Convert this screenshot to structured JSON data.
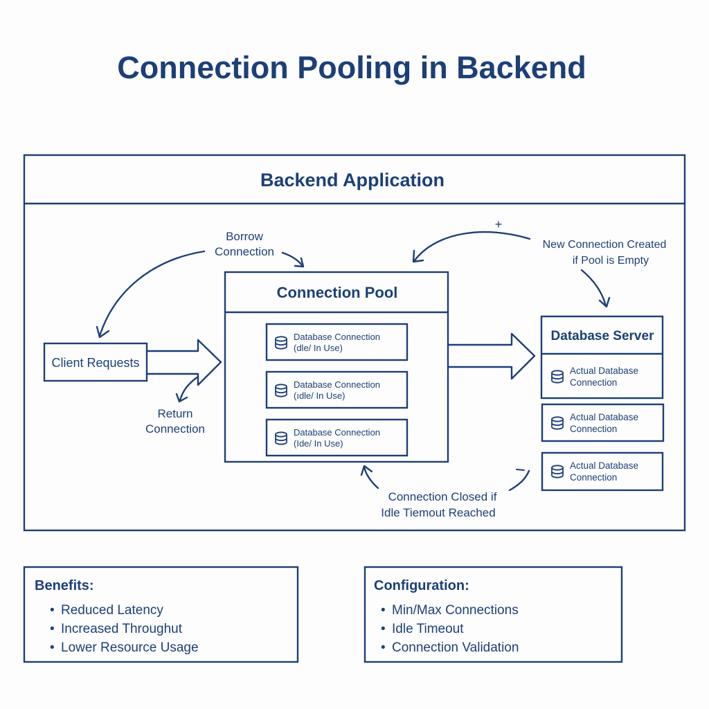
{
  "title": "Connection Pooling in Backend",
  "colors": {
    "primary": "#1c3f77",
    "background": "#fdfdfd"
  },
  "backend_app": {
    "label": "Backend Application"
  },
  "client": {
    "label": "Client Requests"
  },
  "annotations": {
    "borrow": [
      "Borrow",
      "Connection"
    ],
    "return": [
      "Return",
      "Connection"
    ],
    "new_connection": [
      "New Connection Created",
      "if Pool is Empty"
    ],
    "new_connection_symbol": "+",
    "closed": [
      "Connection Closed if",
      "Idle Tiemout Reached"
    ],
    "closed_symbol": "–"
  },
  "pool": {
    "label": "Connection Pool",
    "items": [
      {
        "icon": "database-icon",
        "line1": "Database Connection",
        "line2": "(dle/ In Use)"
      },
      {
        "icon": "database-icon",
        "line1": "Database Connection",
        "line2": "(ıdle/ In Use)"
      },
      {
        "icon": "database-icon",
        "line1": "Database Connection",
        "line2": "(Ide/ In Use)"
      }
    ]
  },
  "db_server": {
    "label": "Database Server",
    "items": [
      {
        "icon": "database-icon",
        "line1": "Actual Database",
        "line2": "Connection"
      },
      {
        "icon": "database-icon",
        "line1": "Actual Database",
        "line2": "Connection"
      },
      {
        "icon": "database-icon",
        "line1": "Actual Database",
        "line2": "Connection"
      }
    ]
  },
  "benefits": {
    "heading": "Benefits:",
    "items": [
      "Reduced Latency",
      "Increased Throughut",
      "Lower Resource Usage"
    ]
  },
  "configuration": {
    "heading": "Configuration:",
    "items": [
      "Min/Max Connections",
      "Idle Timeout",
      "Connection Validation"
    ]
  }
}
